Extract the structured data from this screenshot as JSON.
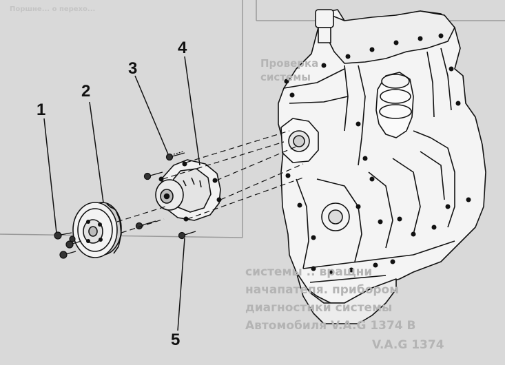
{
  "callouts": {
    "c1": "1",
    "c2": "2",
    "c3": "3",
    "c4": "4",
    "c5": "5"
  },
  "colors": {
    "background": "#d9d9d9",
    "ink": "#111111",
    "bleed_text": "#b4b4b4"
  },
  "show_through_text": {
    "line1": "Проверка",
    "line2": "системы",
    "line3": "Поршне... о перехо...",
    "line4": "системы .. вращни",
    "line5": "начапатепя. прибором",
    "line6": "диагностики системы",
    "line7": "Автомобиля V.A.G 1374 В",
    "line8": "V.A.G 1374"
  }
}
